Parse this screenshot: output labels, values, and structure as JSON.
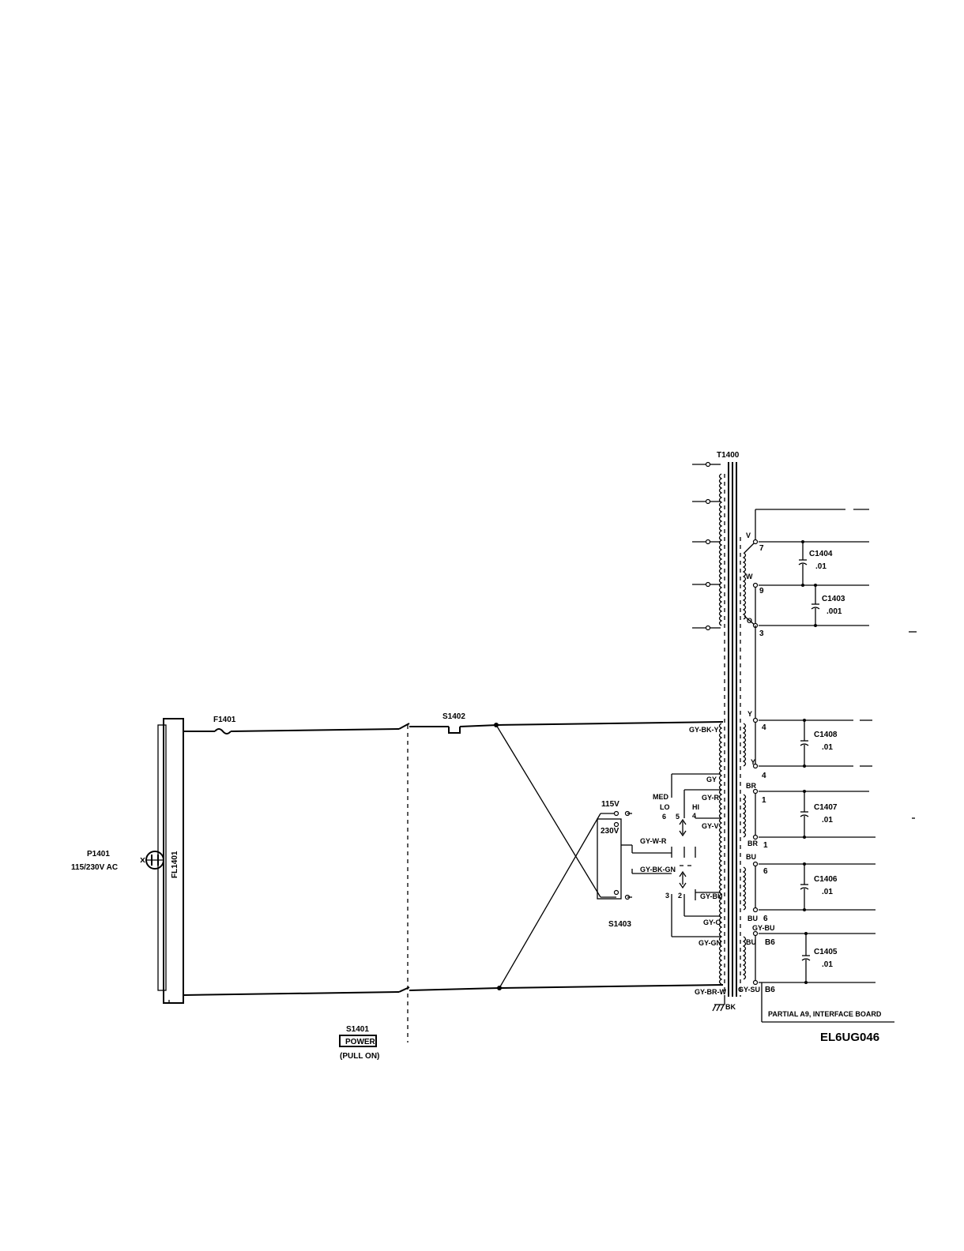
{
  "labels": {
    "transformer": "T1400",
    "fuse": "F1401",
    "switch_s1402": "S1402",
    "switch_s1403": "S1403",
    "switch_s1401": "S1401",
    "power": "POWER",
    "pull_on": "(PULL ON)",
    "plug": "P1401",
    "plug_rating": "115/230V AC",
    "filter": "FL1401",
    "v115": "115V",
    "v230": "230V",
    "med": "MED",
    "lo": "LO",
    "hi": "HI",
    "sec_block": "PARTIAL A9, INTERFACE BOARD",
    "drawing_id": "EL6UG046",
    "ground_color": "BK"
  },
  "wire_colors": {
    "gy_bk_y": "GY-BK-Y",
    "gy": "GY",
    "gy_r": "GY-R",
    "gy_v": "GY-V",
    "gy_w_r": "GY-W-R",
    "gy_bk_gn": "GY-BK-GN",
    "gy_bu": "GY-BU",
    "gy_o": "GY-O",
    "gy_gn": "GY-GN",
    "gy_br_w": "GY-BR-W",
    "gy_bu_b": "GY-BU",
    "gy_su": "GY-SU"
  },
  "switch_positions": [
    "6",
    "5",
    "4",
    "3",
    "2"
  ],
  "capacitors": [
    {
      "ref": "C1404",
      "value": ".01"
    },
    {
      "ref": "C1403",
      "value": ".001"
    },
    {
      "ref": "C1408",
      "value": ".01"
    },
    {
      "ref": "C1407",
      "value": ".01"
    },
    {
      "ref": "C1406",
      "value": ".01"
    },
    {
      "ref": "C1405",
      "value": ".01"
    }
  ],
  "secondary_pins": [
    "7",
    "9",
    "3",
    "4",
    "4",
    "1",
    "1",
    "6",
    "6",
    "B6",
    "B6"
  ],
  "secondary_wire_colors": [
    "V",
    "W",
    "O",
    "Y",
    "Y",
    "BR",
    "BR",
    "BU",
    "BU",
    "BU"
  ]
}
